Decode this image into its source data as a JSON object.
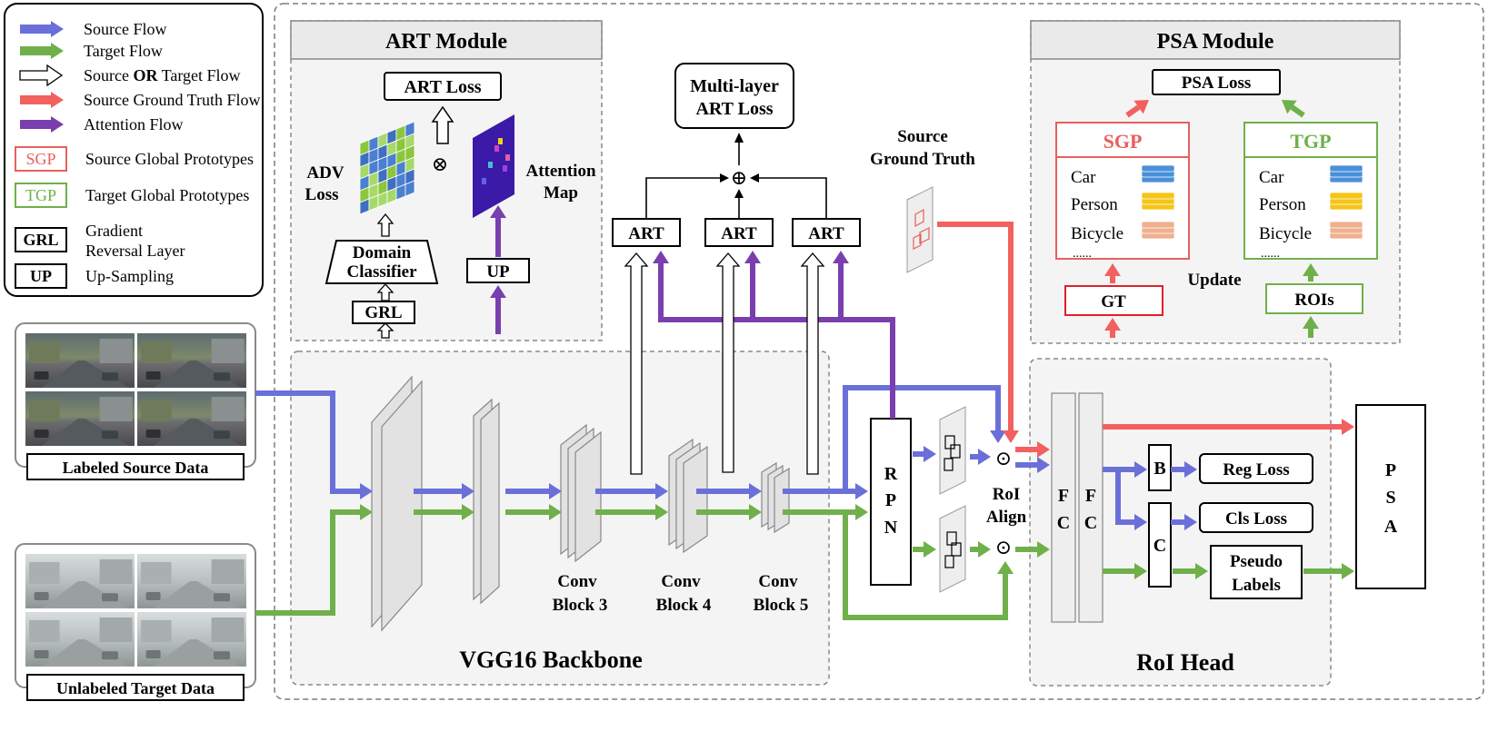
{
  "legend": {
    "items": [
      {
        "key": "source-flow",
        "label": "Source Flow",
        "color": "#6a70d8"
      },
      {
        "key": "target-flow",
        "label": "Target Flow",
        "color": "#6fb04a"
      },
      {
        "key": "source-or-target-flow",
        "label_pre": "Source ",
        "label_bold": "OR",
        "label_post": " Target Flow",
        "color": "#ffffff"
      },
      {
        "key": "source-gt-flow",
        "label": "Source Ground Truth Flow",
        "color": "#f2615f"
      },
      {
        "key": "attention-flow",
        "label": "Attention Flow",
        "color": "#7a3fae"
      }
    ],
    "boxes": [
      {
        "key": "sgp",
        "abbr": "SGP",
        "label": "Source Global Prototypes",
        "color": "#e8605c"
      },
      {
        "key": "tgp",
        "abbr": "TGP",
        "label": "Target Global Prototypes",
        "color": "#6fb04a"
      },
      {
        "key": "grl",
        "abbr": "GRL",
        "label_l1": "Gradient",
        "label_l2": "Reversal Layer",
        "color": "#000000"
      },
      {
        "key": "up",
        "abbr": "UP",
        "label": "Up-Sampling",
        "color": "#000000"
      }
    ]
  },
  "inputs": {
    "source_label": "Labeled Source Data",
    "target_label": "Unlabeled Target Data"
  },
  "art_module": {
    "title": "ART Module",
    "art_loss": "ART Loss",
    "adv_loss_l1": "ADV",
    "adv_loss_l2": "Loss",
    "otimes": "⊗",
    "attention_l1": "Attention",
    "attention_l2": "Map",
    "domain_l1": "Domain",
    "domain_l2": "Classifier",
    "grl": "GRL",
    "up": "UP"
  },
  "multi_layer": {
    "l1": "Multi-layer",
    "l2": "ART Loss",
    "oplus": "⊕",
    "art": [
      "ART",
      "ART",
      "ART"
    ]
  },
  "source_gt": {
    "l1": "Source",
    "l2": "Ground Truth"
  },
  "psa_module": {
    "title": "PSA Module",
    "loss": "PSA Loss",
    "sgp": "SGP",
    "tgp": "TGP",
    "classes": [
      "Car",
      "Person",
      "Bicycle",
      "......"
    ],
    "gt": "GT",
    "rois": "ROIs",
    "update": "Update"
  },
  "backbone": {
    "title": "VGG16 Backbone",
    "blocks": [
      {
        "l1": "Conv",
        "l2": "Block 3"
      },
      {
        "l1": "Conv",
        "l2": "Block 4"
      },
      {
        "l1": "Conv",
        "l2": "Block 5"
      }
    ]
  },
  "rpn": {
    "letters": [
      "R",
      "P",
      "N"
    ]
  },
  "roi_align": {
    "l1": "RoI",
    "l2": "Align",
    "odot": "⊙"
  },
  "roi_head": {
    "title": "RoI Head",
    "fc": [
      "F",
      "C"
    ],
    "b": "B",
    "c": "C",
    "reg_loss": "Reg Loss",
    "cls_loss": "Cls Loss",
    "pseudo_l1": "Pseudo",
    "pseudo_l2": "Labels"
  },
  "psa_block": {
    "letters": [
      "P",
      "S",
      "A"
    ]
  },
  "colors": {
    "source": "#6a70d8",
    "target": "#6fb04a",
    "gt": "#f2615f",
    "attention": "#7a3fae",
    "sgp": "#e8605c",
    "tgp": "#6fb04a",
    "car_proto": "#4a90d9",
    "person_proto": "#f5c518",
    "bicycle_proto": "#f0b090"
  }
}
